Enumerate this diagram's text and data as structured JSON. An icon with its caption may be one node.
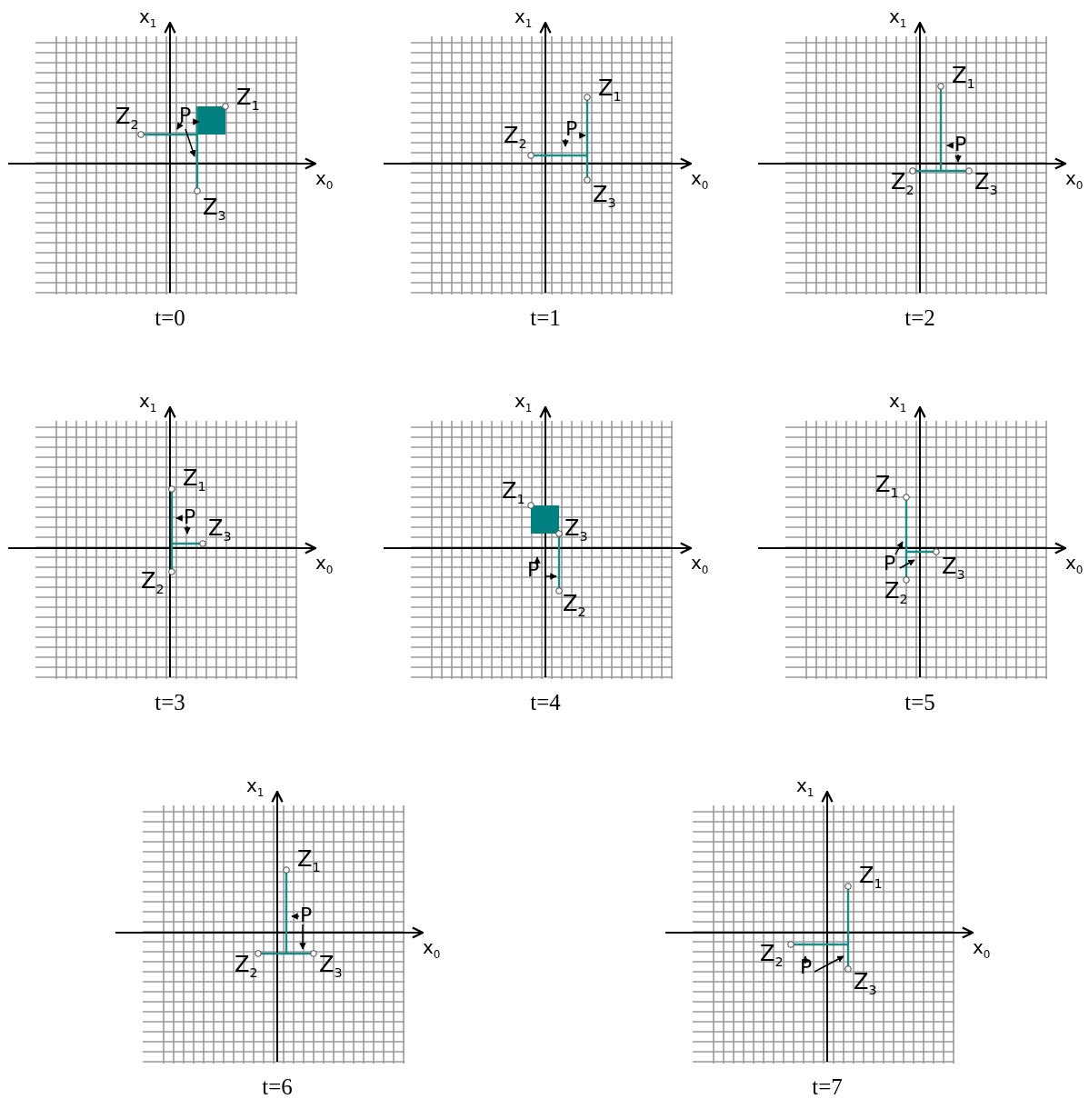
{
  "diagram": {
    "labels": [
      "x$_{1}$",
      "Z$_{1}$",
      "Z$_{2}$",
      "P",
      "Z$_{3}$",
      "x$_{0}$",
      "t=0",
      "x$_{1}$",
      "Z$_{1}$",
      "Z$_{2}$",
      "P",
      "Z$_{3}$",
      "x$_{0}$",
      "t=1",
      "x$_{1}$",
      "Z$_{1}$",
      "Z$_{2}$",
      "P",
      "Z$_{3}$",
      "x$_{0}$",
      "t=2",
      "x$_{1}$",
      "Z$_{1}$",
      "Z$_{2}$",
      "P",
      "Z$_{3}$",
      "x$_{0}$",
      "t=3",
      "x$_{1}$",
      "Z$_{1}$",
      "Z$_{2}$",
      "P",
      "Z$_{3}$",
      "x$_{0}$",
      "t=4",
      "x$_{1}$",
      "Z$_{1}$",
      "Z$_{2}$",
      "P",
      "Z$_{3}$",
      "x$_{0}$",
      "t=5",
      "x$_{1}$",
      "Z$_{1}$",
      "Z$_{2}$",
      "P",
      "Z$_{3}$",
      "x$_{0}$",
      "t=6",
      "x$_{1}$",
      "Z$_{1}$",
      "Z$_{2}$",
      "P",
      "Z$_{3}$",
      "x$_{0}$",
      "t=7"
    ]
  }
}
